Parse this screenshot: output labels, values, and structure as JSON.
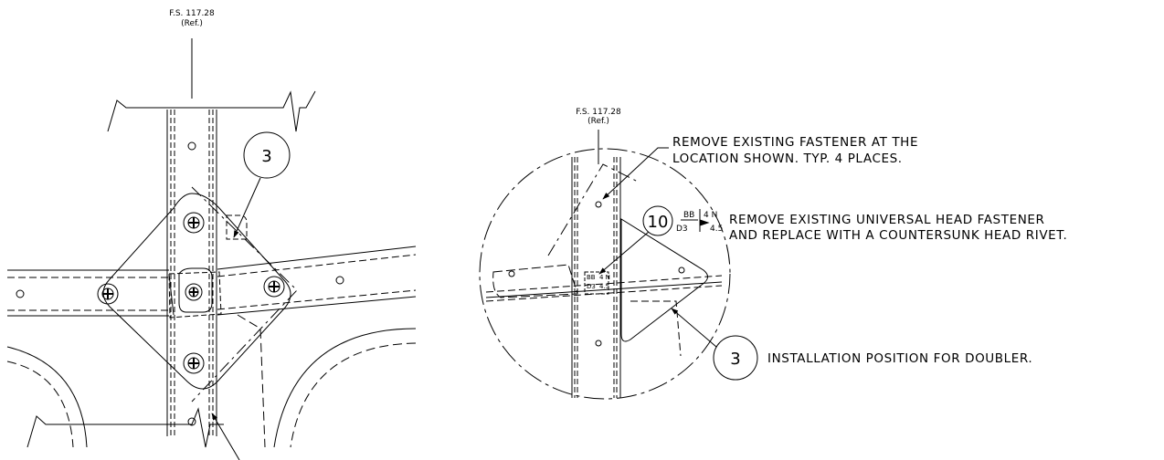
{
  "left_view": {
    "fs_label": "F.S. 117.28",
    "ref_label": "(Ref.)",
    "callout_3": "3"
  },
  "right_view": {
    "fs_label": "F.S. 117.28",
    "ref_label": "(Ref.)",
    "note_remove_line1": "REMOVE EXISTING FASTENER AT THE",
    "note_remove_line2": "LOCATION SHOWN.  TYP. 4 PLACES.",
    "callout_10": "10",
    "rivet_code": {
      "top_left": "BB",
      "top_right": "4 N",
      "bottom_left": "D3",
      "bottom_right": "4.5"
    },
    "note_replace_line1": "REMOVE EXISTING UNIVERSAL HEAD FASTENER",
    "note_replace_line2": "AND REPLACE WITH A COUNTERSUNK HEAD RIVET.",
    "callout_3": "3",
    "note_install": "INSTALLATION POSITION FOR DOUBLER."
  }
}
